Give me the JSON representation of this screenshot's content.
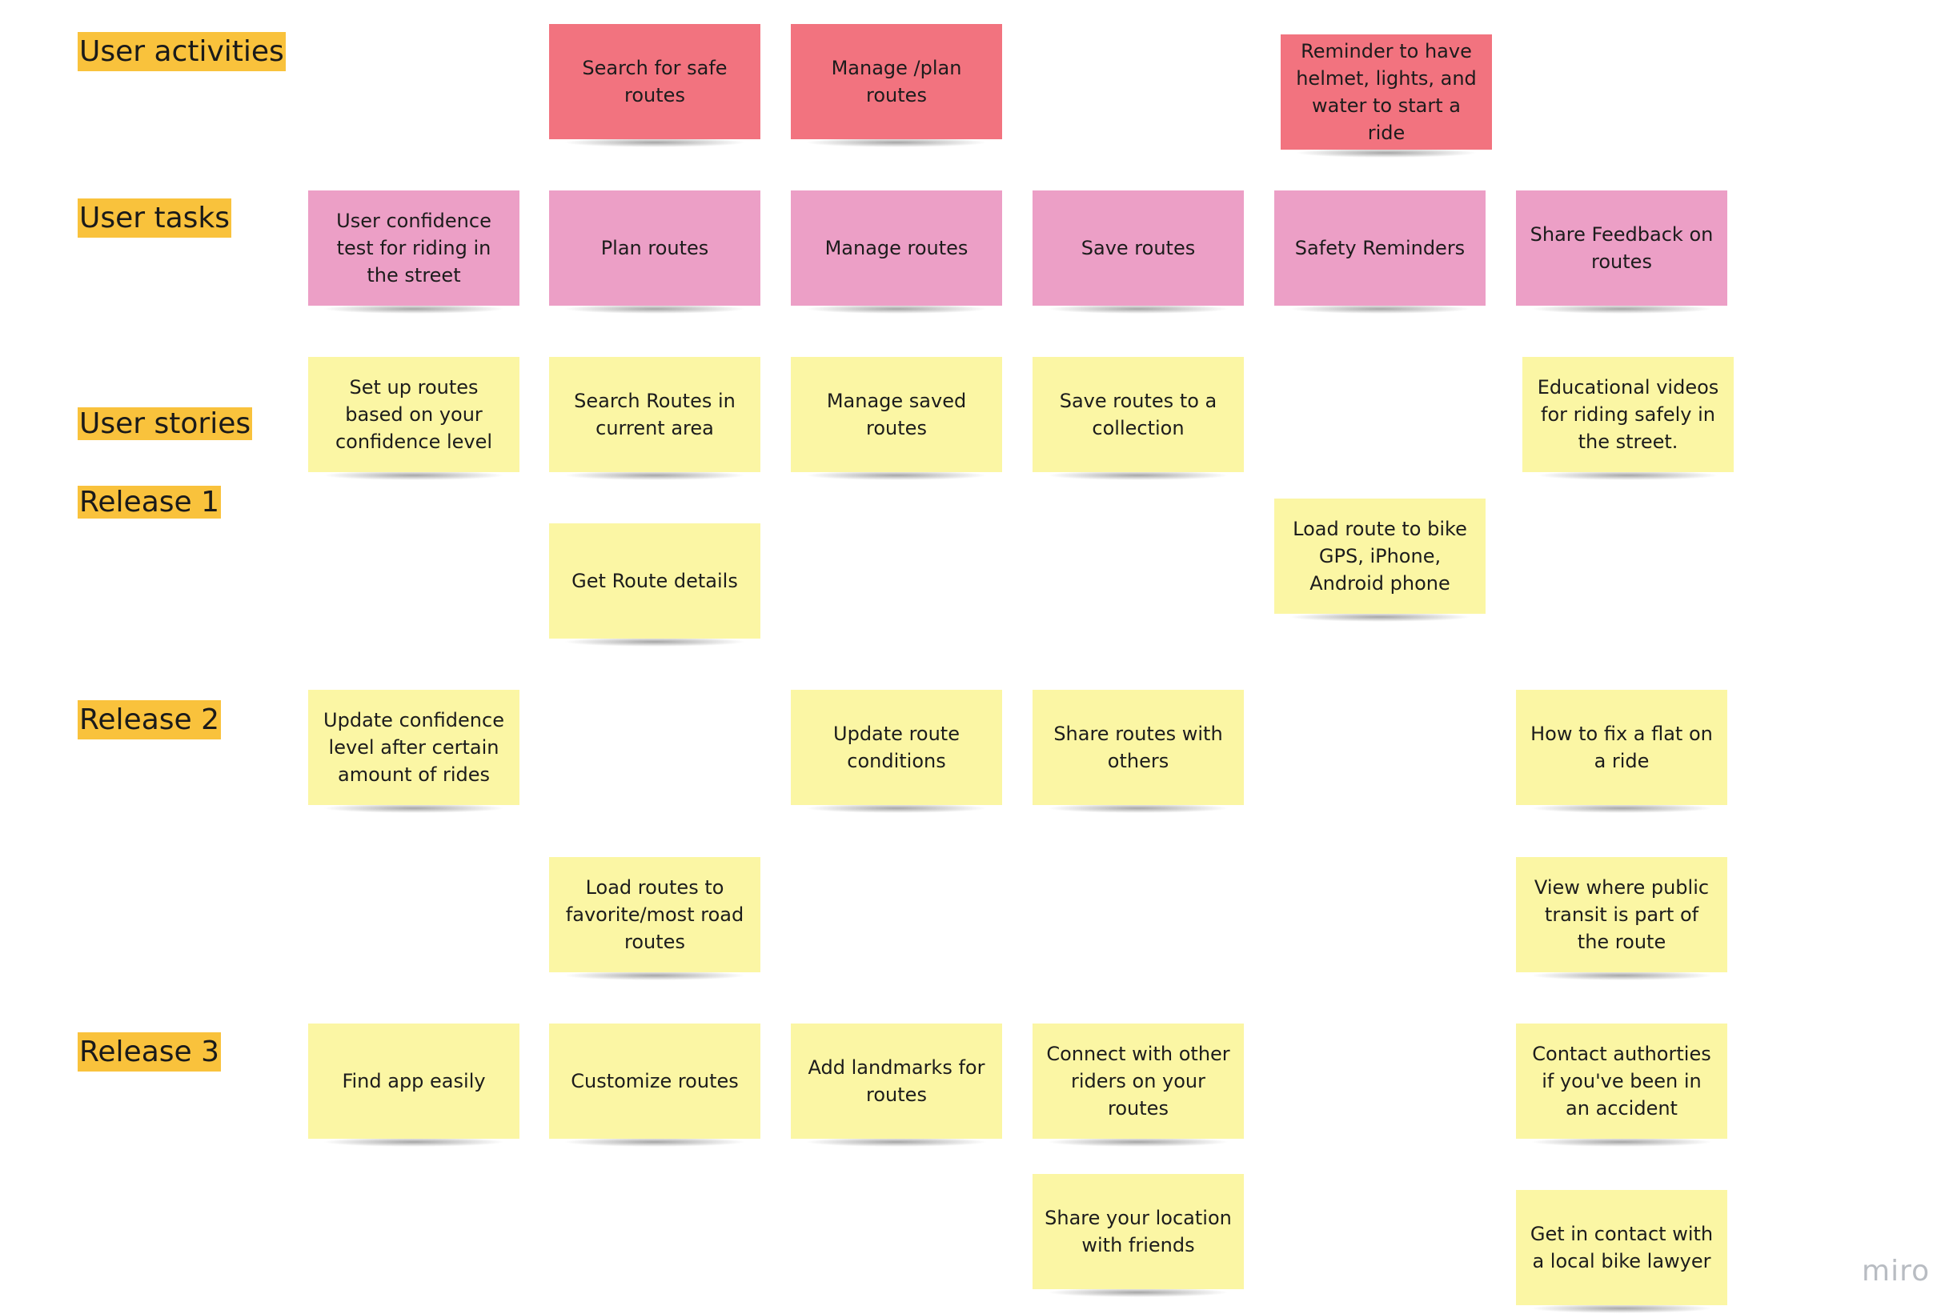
{
  "colors": {
    "label_bg": "#f9c23c",
    "activity": "#f2737f",
    "task": "#ec9fc6",
    "story": "#fbf6a4"
  },
  "labels": {
    "user_activities": "User activities",
    "user_tasks": "User tasks",
    "user_stories_line1": "User stories",
    "user_stories_line2": "Release 1",
    "release2": "Release 2",
    "release3": "Release 3"
  },
  "activities": [
    "Search for safe routes",
    "Manage /plan routes",
    "Reminder to have helmet, lights, and water to start a ride"
  ],
  "tasks": [
    "User confidence test for riding in the street",
    "Plan routes",
    "Manage routes",
    "Save routes",
    "Safety Reminders",
    "Share Feedback on routes"
  ],
  "release1": [
    "Set up routes based on your confidence level",
    "Search Routes in current area",
    "Manage saved routes",
    "Save routes to a collection",
    "Educational videos for riding safely in the street.",
    "Get Route details",
    "Load route to bike GPS, iPhone, Android phone"
  ],
  "release2": [
    "Update confidence level after certain amount of rides",
    "Update route conditions",
    "Share routes with others",
    "How to fix a flat on a ride",
    "Load routes to favorite/most road routes",
    "View where public transit is part of the route"
  ],
  "release3": [
    "Find app easily",
    "Customize routes",
    "Add landmarks for routes",
    "Connect with other riders on your routes",
    "Contact authorties if you've been in an accident",
    "Share your location with friends",
    "Get in contact with a local bike lawyer"
  ],
  "logo": "miro"
}
